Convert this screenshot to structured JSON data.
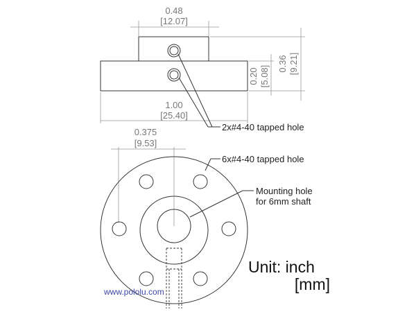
{
  "dimensions": {
    "top_width_in": "0.48",
    "top_width_mm": "[12.07]",
    "total_height_in": "0.36",
    "total_height_mm": "[9.21]",
    "flange_height_in": "0.20",
    "flange_height_mm": "[5.08]",
    "diameter_in": "1.00",
    "diameter_mm": "[25.40]",
    "hole_offset_in": "0.375",
    "hole_offset_mm": "[9.53]"
  },
  "labels": {
    "side_holes": "2x#4-40 tapped hole",
    "face_holes": "6x#4-40 tapped hole",
    "mount_line1": "Mounting hole",
    "mount_line2": "for 6mm shaft"
  },
  "units": {
    "line1": "Unit:  inch",
    "line2": "[mm]"
  },
  "website": "www.pololu.com",
  "colors": {
    "website": "#3b47a8",
    "dimension_text": "#777777"
  }
}
